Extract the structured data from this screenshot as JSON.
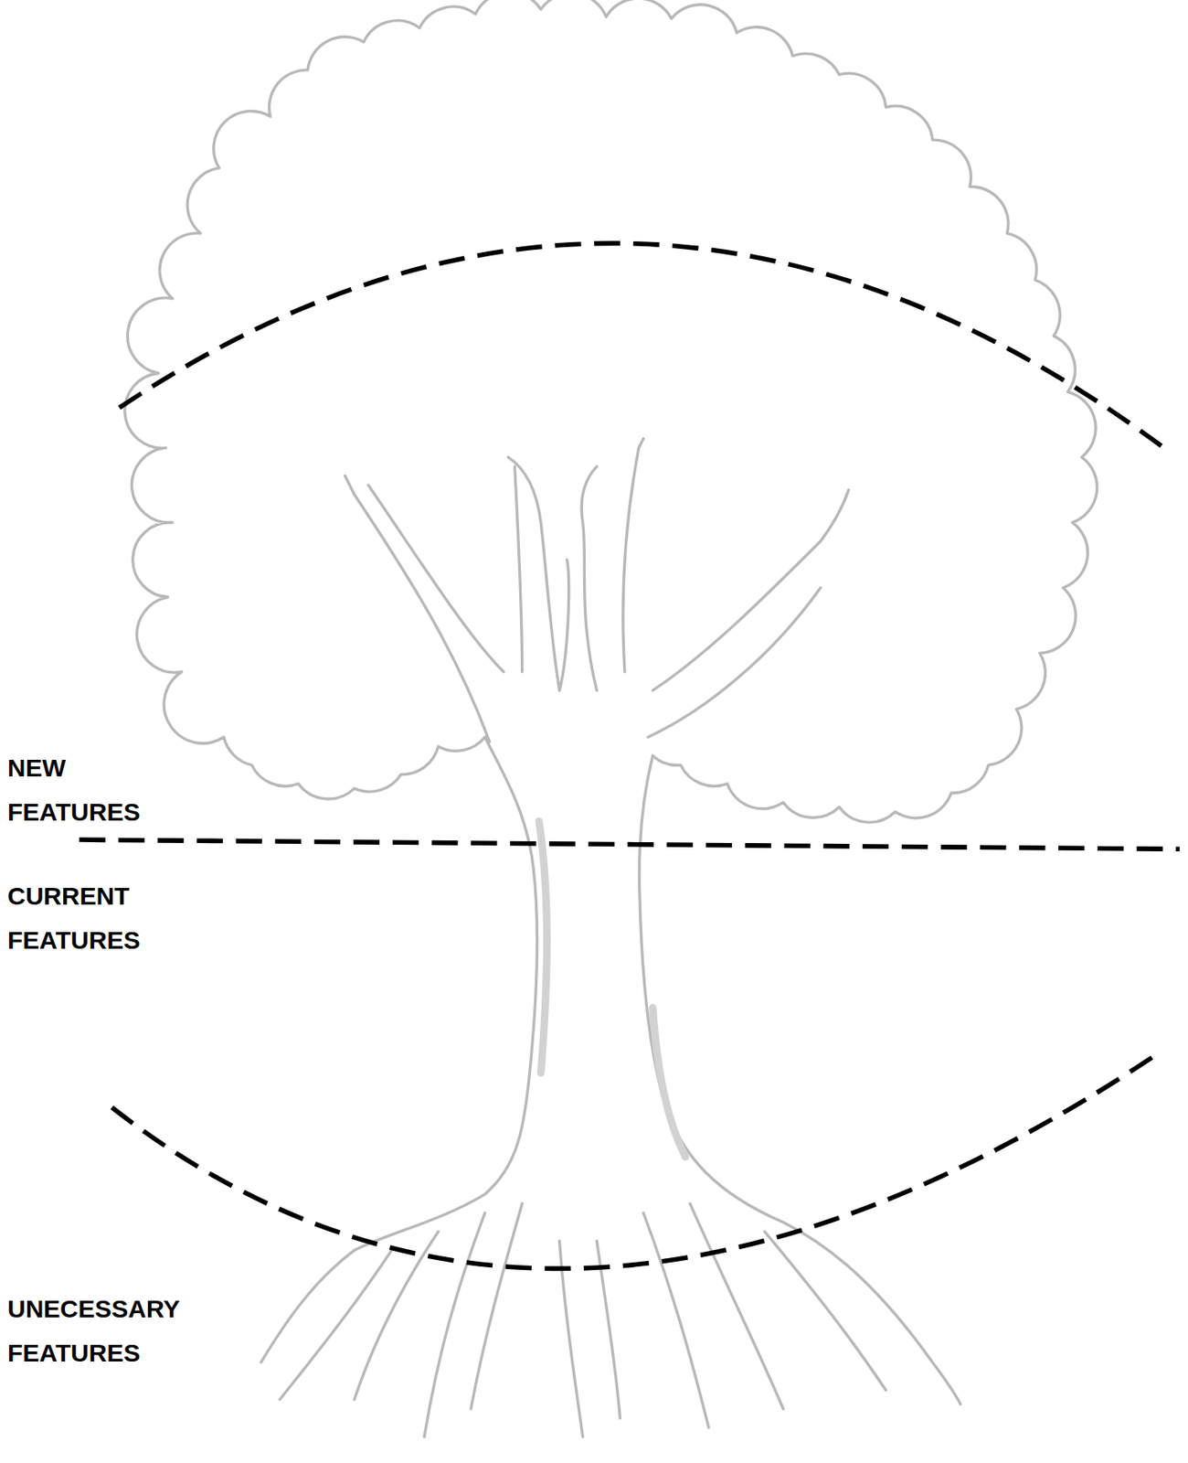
{
  "diagram": {
    "labels": [
      "NEW FEATURES",
      "CURRENT FEATURES",
      "UNECESSARY FEATURES"
    ]
  }
}
